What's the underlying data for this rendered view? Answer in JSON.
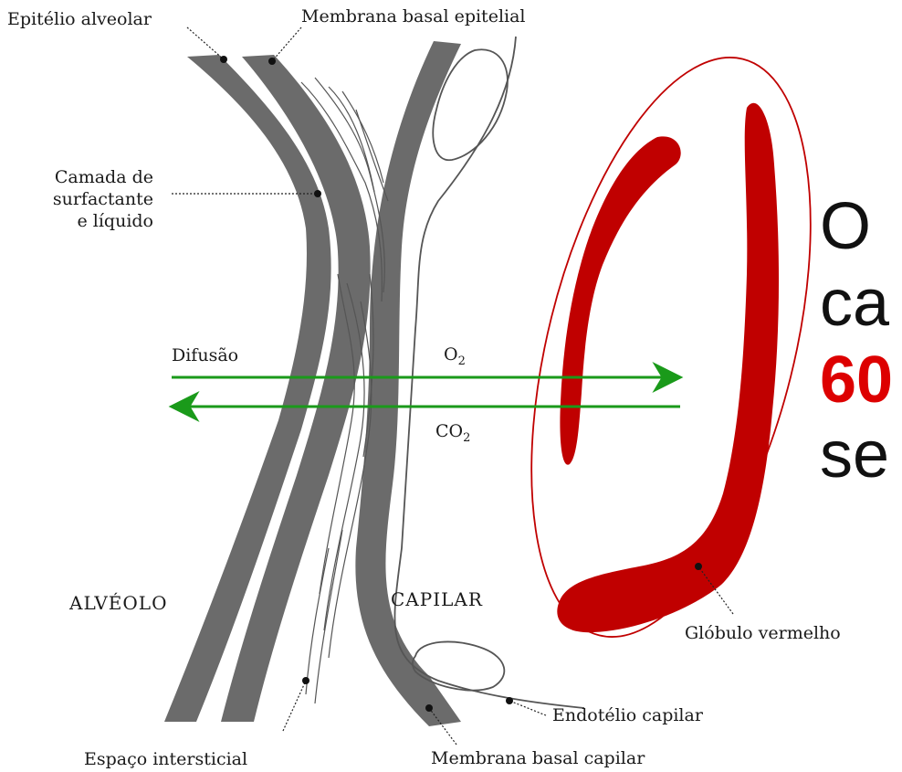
{
  "diagram": {
    "labels": {
      "epitelio_alveolar": "Epitélio alveolar",
      "membrana_basal_epitelial": "Membrana basal epitelial",
      "camada_de": "Camada de",
      "surfactante": "surfactante",
      "e_liquido": "e líquido",
      "difusao": "Difusão",
      "o2": "O",
      "o2_sub": "2",
      "co2": "CO",
      "co2_sub": "2",
      "alveolo": "ALVÉOLO",
      "capilar": "CAPILAR",
      "globulo_vermelho": "Glóbulo vermelho",
      "endotelio_capilar": "Endotélio capilar",
      "espaco_intersticial": "Espaço intersticial",
      "membrana_basal_capilar": "Membrana basal capilar"
    },
    "colors": {
      "membrane": "#6b6b6b",
      "red_cell": "#c00000",
      "arrow": "#1a9a1a",
      "outline": "#555555"
    }
  },
  "side_text": {
    "line1": "O",
    "line2": "ca",
    "line3": "60",
    "line4": "se",
    "highlight_color": "#dd0000"
  }
}
